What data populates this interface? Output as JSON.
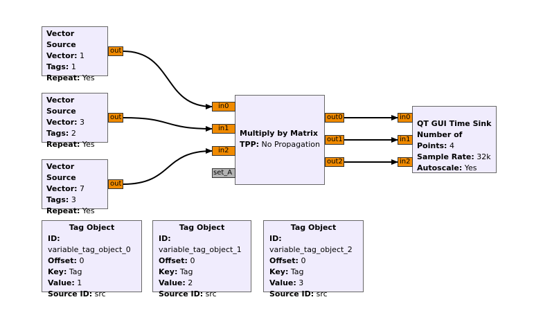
{
  "colors": {
    "block_fill": "#f0ecfd",
    "port_fill": "#f08a00",
    "param_port_fill": "#b3b3b3",
    "wire": "#000000"
  },
  "vector_sources": [
    {
      "title": "Vector Source",
      "vector_key": "Vector:",
      "vector": "1",
      "tags_key": "Tags:",
      "tags": "1",
      "repeat_key": "Repeat:",
      "repeat": "Yes",
      "port": "out"
    },
    {
      "title": "Vector Source",
      "vector_key": "Vector:",
      "vector": "3",
      "tags_key": "Tags:",
      "tags": "2",
      "repeat_key": "Repeat:",
      "repeat": "Yes",
      "port": "out"
    },
    {
      "title": "Vector Source",
      "vector_key": "Vector:",
      "vector": "7",
      "tags_key": "Tags:",
      "tags": "3",
      "repeat_key": "Repeat:",
      "repeat": "Yes",
      "port": "out"
    }
  ],
  "multiply": {
    "title": "Multiply by Matrix",
    "tpp_key": "TPP:",
    "tpp": "No Propagation",
    "inputs": [
      "in0",
      "in1",
      "in2"
    ],
    "outputs": [
      "out0",
      "out1",
      "out2"
    ],
    "param_port": "set_A"
  },
  "time_sink": {
    "title": "QT GUI Time Sink",
    "points_key": "Number of Points:",
    "points": "4",
    "rate_key": "Sample Rate:",
    "rate": "32k",
    "autoscale_key": "Autoscale:",
    "autoscale": "Yes",
    "inputs": [
      "in0",
      "in1",
      "in2"
    ]
  },
  "tag_objects": [
    {
      "title": "Tag Object",
      "id_key": "ID:",
      "id": "variable_tag_object_0",
      "offset_key": "Offset:",
      "offset": "0",
      "key_key": "Key:",
      "key": "Tag",
      "value_key": "Value:",
      "value": "1",
      "src_key": "Source ID:",
      "src": "src"
    },
    {
      "title": "Tag Object",
      "id_key": "ID:",
      "id": "variable_tag_object_1",
      "offset_key": "Offset:",
      "offset": "0",
      "key_key": "Key:",
      "key": "Tag",
      "value_key": "Value:",
      "value": "2",
      "src_key": "Source ID:",
      "src": "src"
    },
    {
      "title": "Tag Object",
      "id_key": "ID:",
      "id": "variable_tag_object_2",
      "offset_key": "Offset:",
      "offset": "0",
      "key_key": "Key:",
      "key": "Tag",
      "value_key": "Value:",
      "value": "3",
      "src_key": "Source ID:",
      "src": "src"
    }
  ]
}
